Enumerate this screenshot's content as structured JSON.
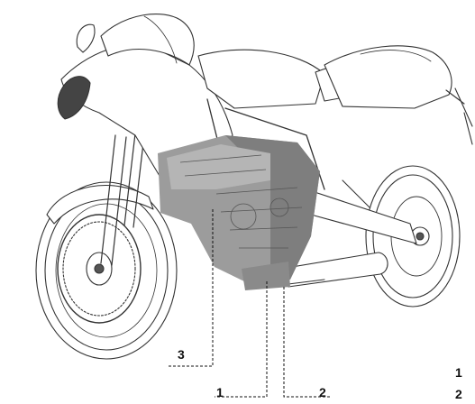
{
  "callouts": {
    "label_3": "3",
    "label_1": "1",
    "label_2": "2"
  },
  "side_legend": {
    "item_1": "1",
    "item_2": "2"
  }
}
